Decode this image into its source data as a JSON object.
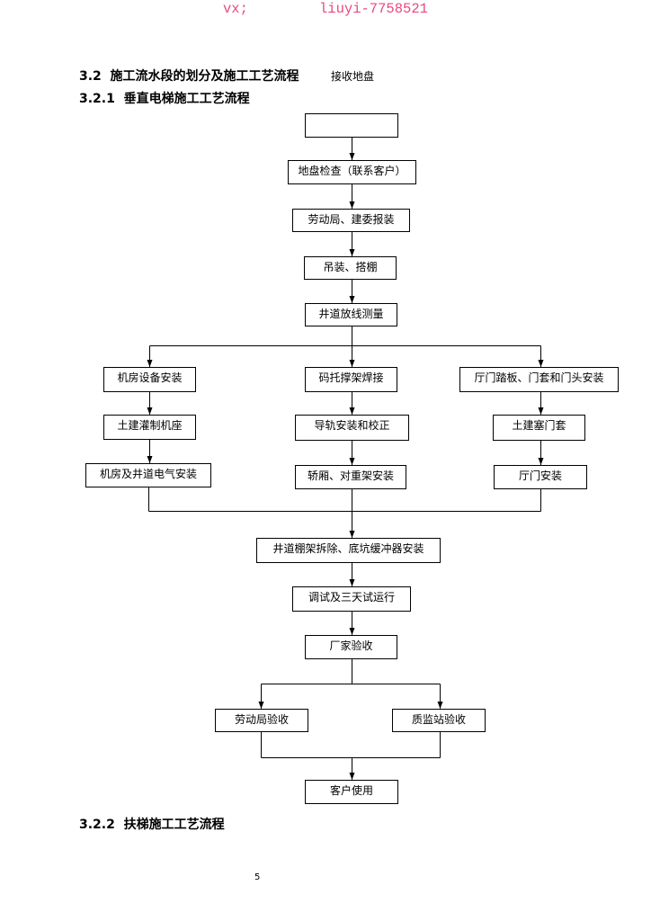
{
  "colors": {
    "watermark": "#e84a7f",
    "text": "#000000"
  },
  "watermark": {
    "left": "vx;",
    "right": "liuyi-7758521"
  },
  "section": {
    "title": "3.2  施工流水段的划分及施工工艺流程",
    "note": "接收地盘"
  },
  "subsection_1": {
    "title": "3.2.1  垂直电梯施工工艺流程"
  },
  "flowchart": {
    "site_check": "地盘检查（联系客户）",
    "labour_bureau_filing": "劳动局、建委报装",
    "hoisting_scaffold": "吊装、搭棚",
    "shaft_survey": "井道放线测量",
    "left_column": [
      "机房设备安装",
      "土建灌制机座",
      "机房及井道电气安装"
    ],
    "middle_column": [
      "码托撑架焊接",
      "导轨安装和校正",
      "轿厢、对重架安装"
    ],
    "right_column": [
      "厅门踏板、门套和门头安装",
      "土建塞门套",
      "厅门安装"
    ],
    "scaffold_removal": "井道棚架拆除、底坑缓冲器安装",
    "commissioning": "调试及三天试运行",
    "factory_acceptance": "厂家验收",
    "acceptance": [
      "劳动局验收",
      "质监站验收"
    ],
    "customer_use": "客户使用"
  },
  "subsection_2": {
    "title": "3.2.2  扶梯施工工艺流程"
  },
  "page_number": "5"
}
